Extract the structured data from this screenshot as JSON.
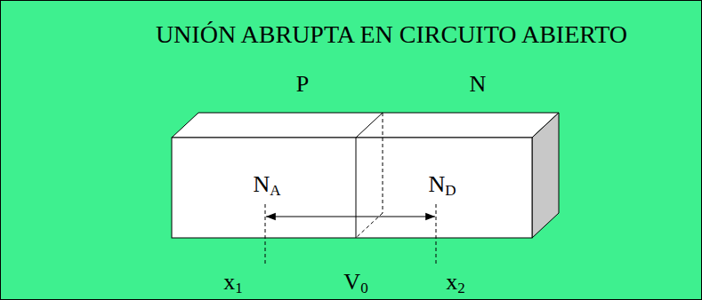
{
  "diagram": {
    "title": "UNIÓN ABRUPTA EN CIRCUITO ABIERTO",
    "nodes": [
      {
        "text": [
          "P",
          "NA"
        ]
      },
      {
        "text": [
          "N",
          "ND"
        ]
      }
    ],
    "labels": [
      "x1",
      "V0",
      "x2"
    ]
  }
}
